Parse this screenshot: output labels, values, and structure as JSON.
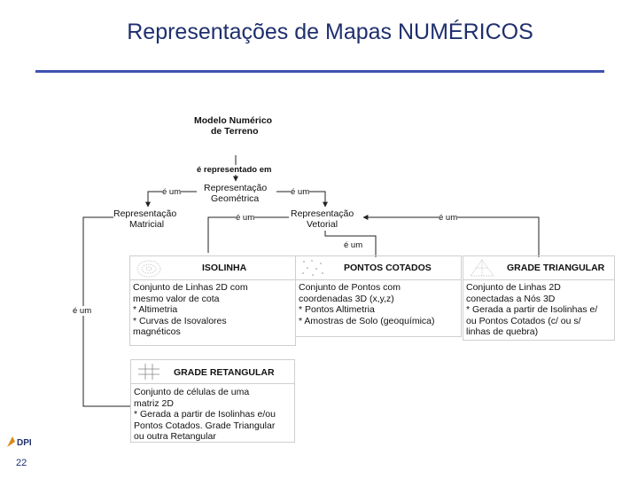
{
  "title": "Representações de Mapas NUMÉRICOS",
  "page_number": "22",
  "logo_text": "DPI",
  "root": {
    "line1": "Modelo Numérico",
    "line2": "de Terreno"
  },
  "edges": {
    "representado": "é representado em",
    "e_um": "é um"
  },
  "geometrica": {
    "line1": "Representação",
    "line2": "Geométrica"
  },
  "matricial": {
    "line1": "Representação",
    "line2": "Matricial"
  },
  "vetorial": {
    "line1": "Representação",
    "line2": "Vetorial"
  },
  "boxes": {
    "isolinha": {
      "title": "ISOLINHA",
      "lines": [
        "Conjunto de Linhas 2D com",
        "mesmo valor de cota",
        "* Altimetria",
        "* Curvas de Isovalores",
        "magnéticos"
      ]
    },
    "pontos": {
      "title": "PONTOS COTADOS",
      "lines": [
        "Conjunto de Pontos com",
        "coordenadas 3D (x,y,z)",
        "* Pontos Altimetria",
        "* Amostras de Solo (geoquímica)"
      ]
    },
    "grade_tri": {
      "title": "GRADE TRIANGULAR",
      "lines": [
        "Conjunto de Linhas 2D",
        "conectadas a Nós 3D",
        "* Gerada a partir de Isolinhas e/",
        "ou Pontos Cotados (c/ ou s/",
        "linhas de quebra)"
      ]
    },
    "grade_ret": {
      "title": "GRADE RETANGULAR",
      "lines": [
        "Conjunto de células de uma",
        "matriz 2D",
        "* Gerada a partir de Isolinhas e/ou",
        "Pontos Cotados. Grade Triangular",
        "ou outra Retangular"
      ]
    }
  },
  "colors": {
    "title": "#1f2f6e",
    "rule": "#3f51b1"
  }
}
